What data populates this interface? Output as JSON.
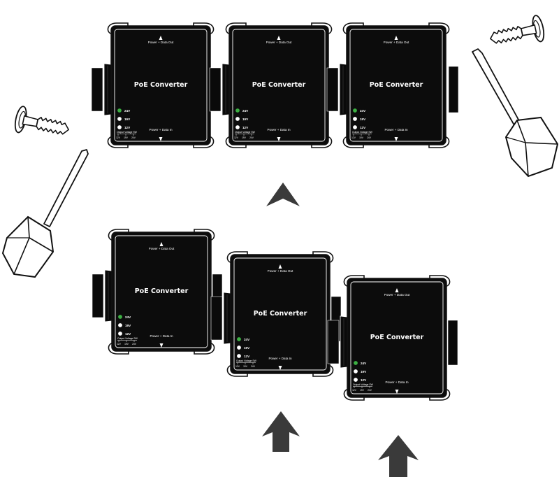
{
  "device": {
    "title": "PoE Converter",
    "port_out": "Power + Data Out",
    "port_in": "Power + Data In",
    "leds": [
      "24V",
      "19V",
      "12V"
    ],
    "switch_title": "Output Voltage SW",
    "switch_values": [
      "12V",
      "19V",
      "24V"
    ]
  },
  "colors": {
    "device_body": "#0c0c0c",
    "bracket": "#0a0a0a",
    "led_active": "#3cb043",
    "led_inactive": "#ffffff",
    "arrow": "#3a3a3a"
  },
  "icons": [
    "screw-icon",
    "screwdriver-icon",
    "chevron-up-icon",
    "arrow-up-icon"
  ]
}
